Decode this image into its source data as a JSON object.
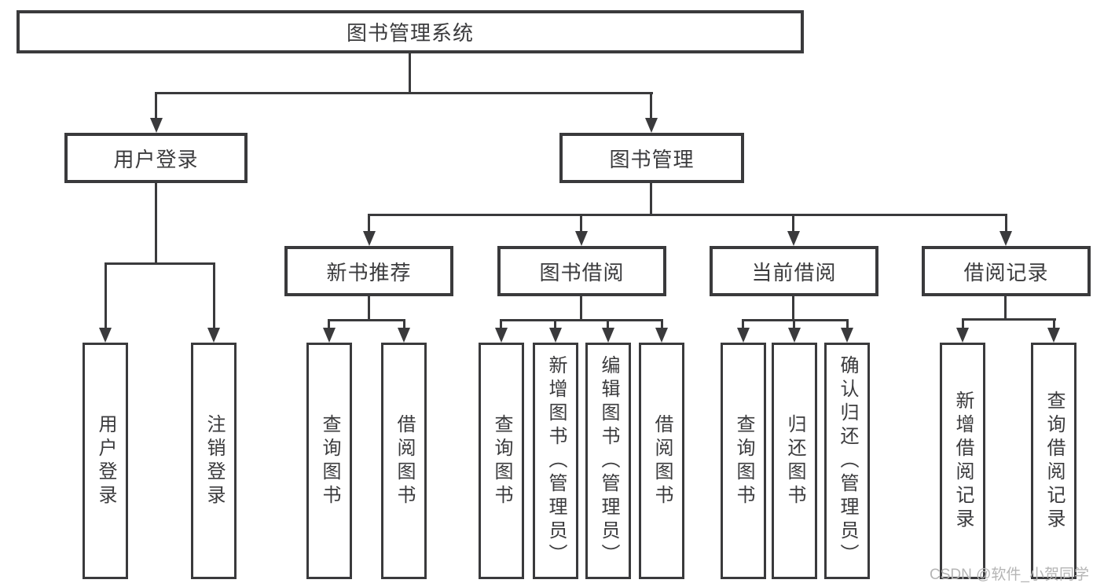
{
  "diagram": {
    "title": "图书管理系统",
    "level2": {
      "user_login": "用户登录",
      "book_mgmt": "图书管理"
    },
    "level3": {
      "new_books": "新书推荐",
      "borrowing": "图书借阅",
      "current": "当前借阅",
      "records": "借阅记录"
    },
    "leaves": {
      "login": "用户登录",
      "logout": "注销登录",
      "nb_query": "查询图书",
      "nb_borrow": "借阅图书",
      "br_query": "查询图书",
      "br_add": "新增图书（管理员）",
      "br_edit": "编辑图书（管理员）",
      "br_borrow": "借阅图书",
      "cu_query": "查询图书",
      "cu_return": "归还图书",
      "cu_confirm": "确认归还（管理员）",
      "re_add": "新增借阅记录",
      "re_query": "查询借阅记录"
    }
  },
  "watermark": "CSDN @软件_小贺同学",
  "colors": {
    "line": "#3a3a3c",
    "text": "#3b3b3d",
    "watermark": "#b5b5b5",
    "background": "#ffffff"
  }
}
